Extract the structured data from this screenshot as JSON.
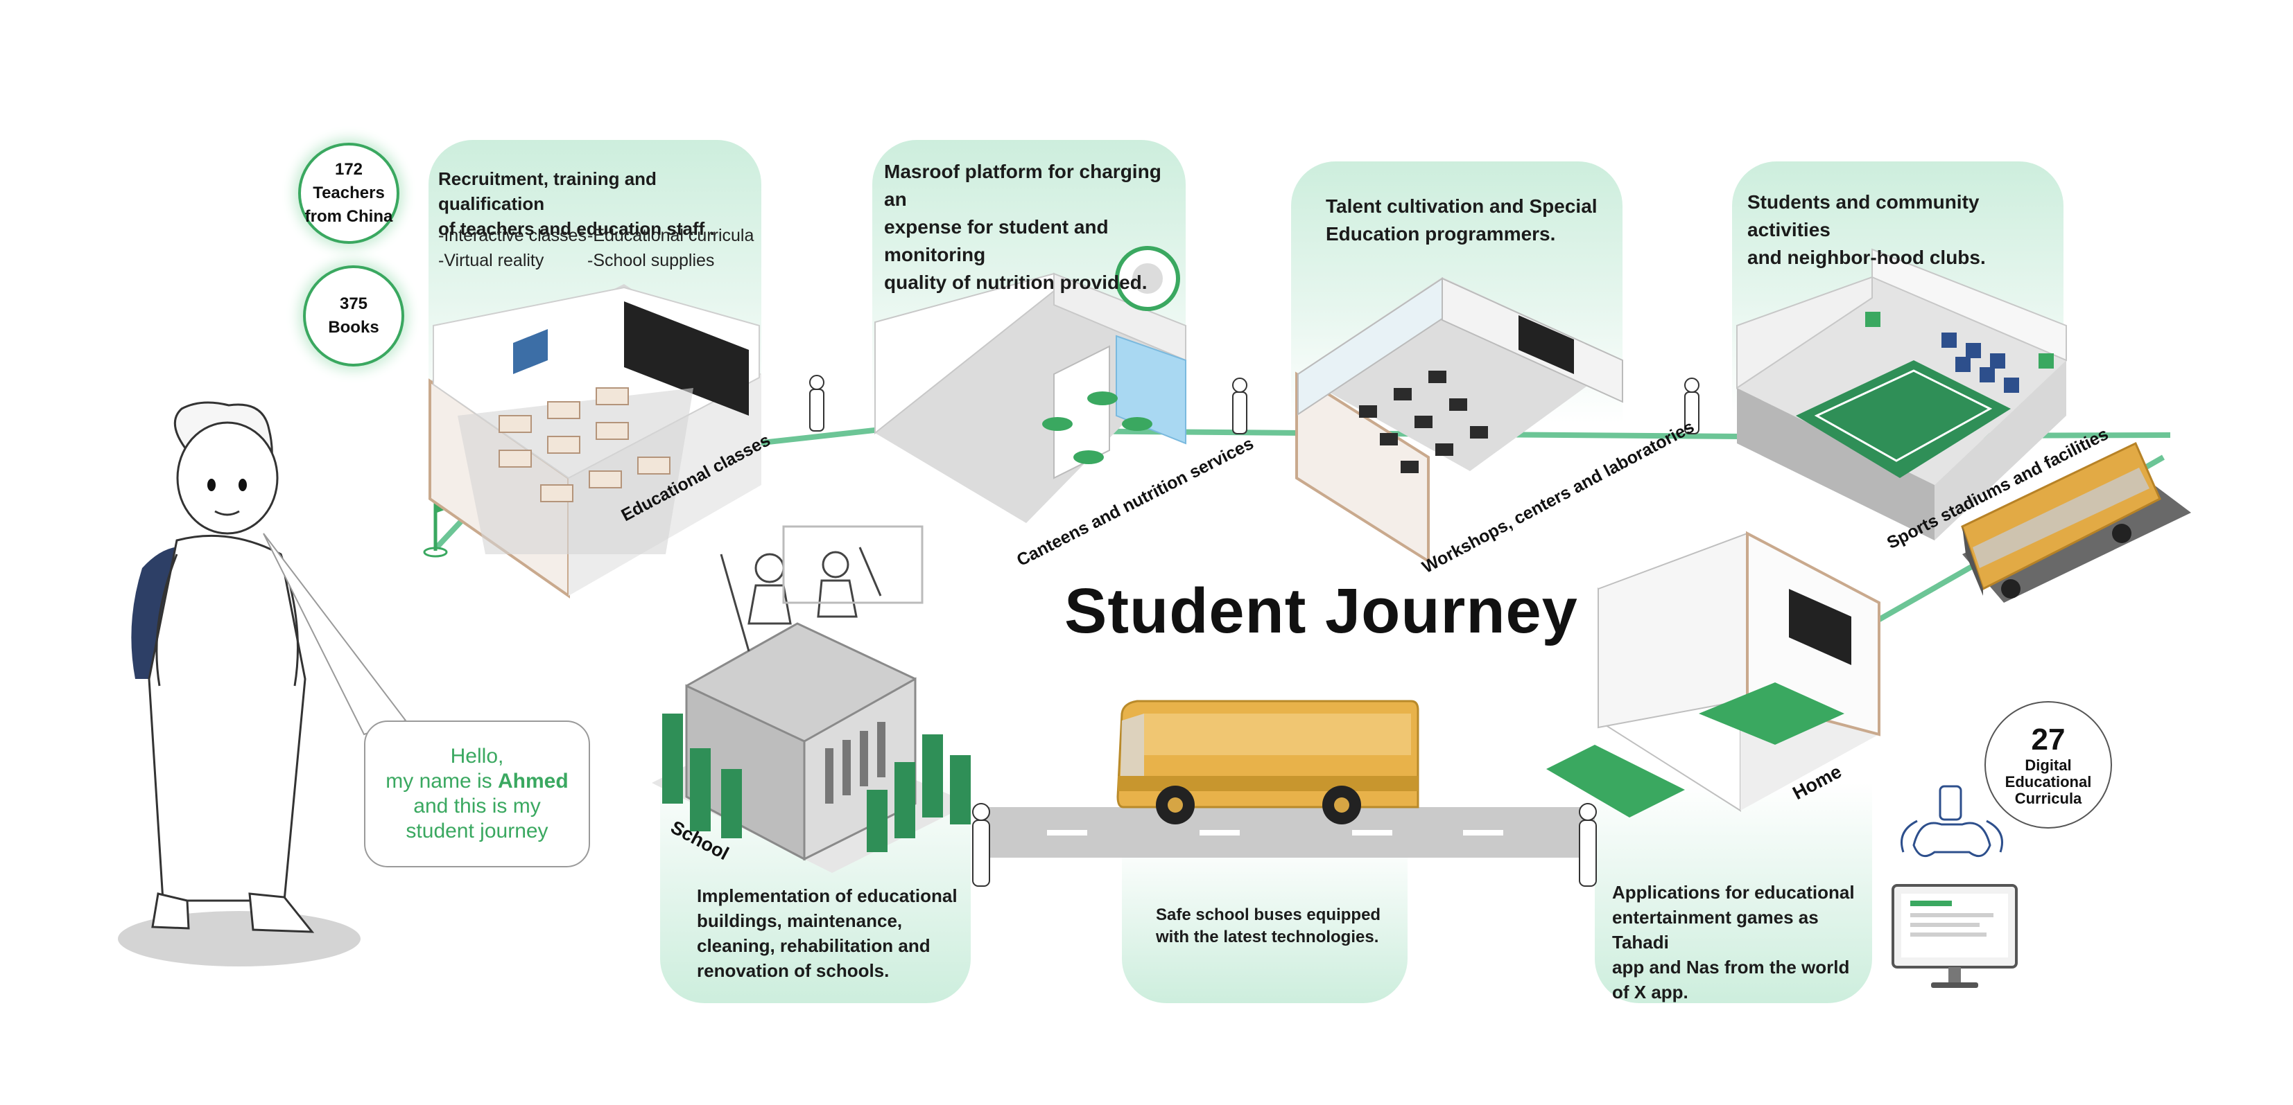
{
  "title": "Student Journey",
  "counters": {
    "teachers": {
      "line1": "172 Teachers",
      "line2": "from China"
    },
    "books": {
      "line1": "375",
      "line2": "Books"
    },
    "curricula": {
      "value": "27",
      "line1": "Digital",
      "line2": "Educational",
      "line3": "Curricula"
    }
  },
  "greeting": {
    "line1": "Hello,",
    "line2_pre": "my name is ",
    "name": "Ahmed",
    "line3": "and this is my",
    "line4": "student journey"
  },
  "panels": {
    "classes": {
      "line1": "Recruitment, training and qualification",
      "line2": "of teachers and education staff  .",
      "items": [
        "-Interactive classes",
        "-Educational curricula",
        "-Virtual reality",
        "-School supplies"
      ]
    },
    "canteens": {
      "line1": "Masroof  platform for charging an",
      "line2": "expense for student and monitoring",
      "line3": "quality of nutrition provided."
    },
    "talent": {
      "line1": "Talent cultivation and Special",
      "line2": "Education programmers."
    },
    "community": {
      "line1": "Students and community activities",
      "line2": "and neighbor-hood clubs."
    },
    "school": {
      "line1": "Implementation of educational",
      "line2": "buildings, maintenance,",
      "line3": "cleaning, rehabilitation and",
      "line4": "renovation of schools."
    },
    "buses": {
      "line1": "Safe school buses equipped",
      "line2": "with the latest technologies."
    },
    "apps": {
      "line1": "Applications for educational",
      "line2": "entertainment games as Tahadi",
      "line3": "app and  Nas from the world",
      "line4": "of X app."
    }
  },
  "stations": {
    "classes": "Educational classes",
    "canteens": "Canteens and nutrition services",
    "workshops": "Workshops, centers and laboratories",
    "sports": "Sports stadiums and facilities",
    "school": "School",
    "home": "Home"
  },
  "colors": {
    "accent": "#3aa860",
    "panel": "#d4f0e1",
    "bus": "#e8b24a",
    "road": "#c9c9c9"
  }
}
